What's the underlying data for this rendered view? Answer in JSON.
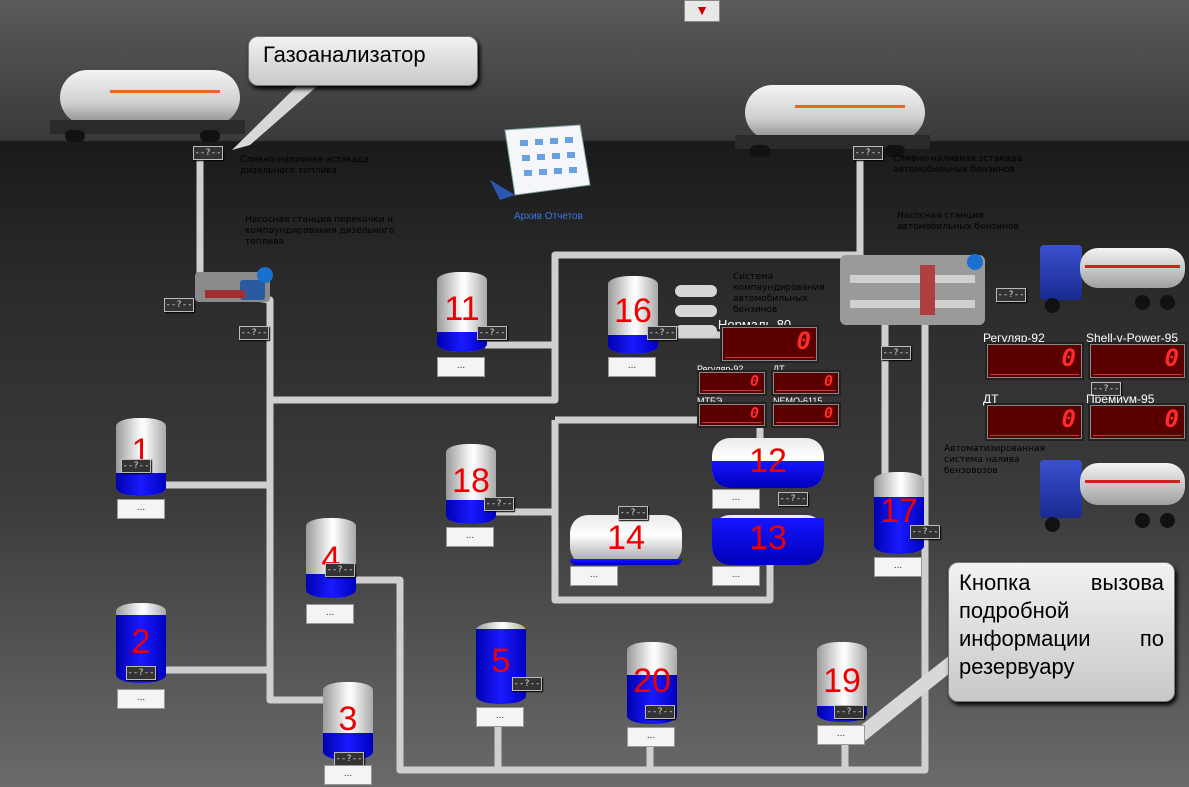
{
  "header": {
    "collapse_icon": "double-chevron-down-icon"
  },
  "callouts": {
    "gas_analyzer": "Газоанализатор",
    "info_button_hint": "Кнопка вызова подробной информации по резервуару"
  },
  "labels": {
    "diesel_rack": "Сливно-наливная эстакада дизельного топлива",
    "diesel_pump": "Насосная станция перекачки и компаундирования дизельного топлива",
    "petrol_rack": "Сливно-наливная эстакада автомобильных бензинов",
    "petrol_pump": "Насосная станция автомобильных бензинов",
    "blending": "Система компаундирования автомобильных бензинов",
    "truck_loading": "Автоматизированная система налива бензовозов",
    "archive": "Архив Отчетов"
  },
  "question_label": "--?--",
  "dots_label": "...",
  "tanks": [
    {
      "id": "1",
      "level": 0.3
    },
    {
      "id": "2",
      "level": 0.85
    },
    {
      "id": "3",
      "level": 0.35
    },
    {
      "id": "4",
      "level": 0.3
    },
    {
      "id": "5",
      "level": 0.92
    },
    {
      "id": "11",
      "level": 0.25
    },
    {
      "id": "16",
      "level": 0.25
    },
    {
      "id": "17",
      "level": 0.7
    },
    {
      "id": "18",
      "level": 0.3
    },
    {
      "id": "19",
      "level": 0.2
    },
    {
      "id": "20",
      "level": 0.6
    }
  ],
  "horizontal_tanks": [
    {
      "id": "12",
      "level": 0.55
    },
    {
      "id": "13",
      "level": 0.95
    },
    {
      "id": "14",
      "level": 0.12
    }
  ],
  "displays": {
    "normal80": {
      "label": "Нормаль-80",
      "value": "0"
    },
    "reg92_small": {
      "label": "Регуляр-92",
      "value": "0"
    },
    "dt_small": {
      "label": "ДТ",
      "value": "0"
    },
    "mtbe": {
      "label": "МТБЭ",
      "value": "0"
    },
    "nemo": {
      "label": "NEMO-6115",
      "value": "0"
    },
    "reg92": {
      "label": "Регуляр-92",
      "value": "0"
    },
    "shell95": {
      "label": "Shell-v-Power-95",
      "value": "0"
    },
    "dt": {
      "label": "ДТ",
      "value": "0"
    },
    "prem95": {
      "label": "Премиум-95",
      "value": "0"
    }
  },
  "colors": {
    "fill": "#0000e0",
    "digit": "#ff2a2a",
    "pipe": "#d8d8d8"
  }
}
